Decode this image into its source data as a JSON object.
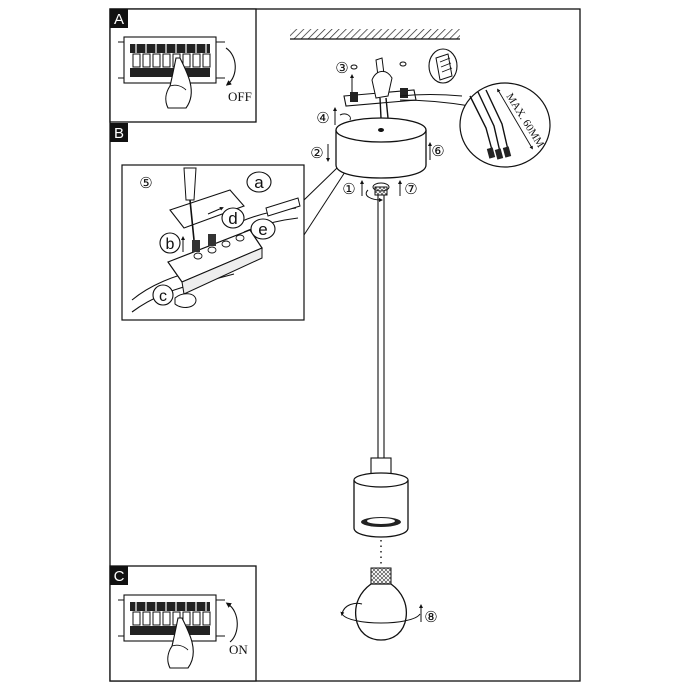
{
  "panels": {
    "a": {
      "tag": "A",
      "switch_label": "OFF"
    },
    "b": {
      "tag": "B"
    },
    "c": {
      "tag": "C",
      "switch_label": "ON"
    }
  },
  "steps": [
    "①",
    "②",
    "③",
    "④",
    "⑤",
    "⑥",
    "⑦",
    "⑧"
  ],
  "terminal_letters": [
    "a",
    "b",
    "c",
    "d",
    "e"
  ],
  "wire_spec": "MAX. 60MM"
}
